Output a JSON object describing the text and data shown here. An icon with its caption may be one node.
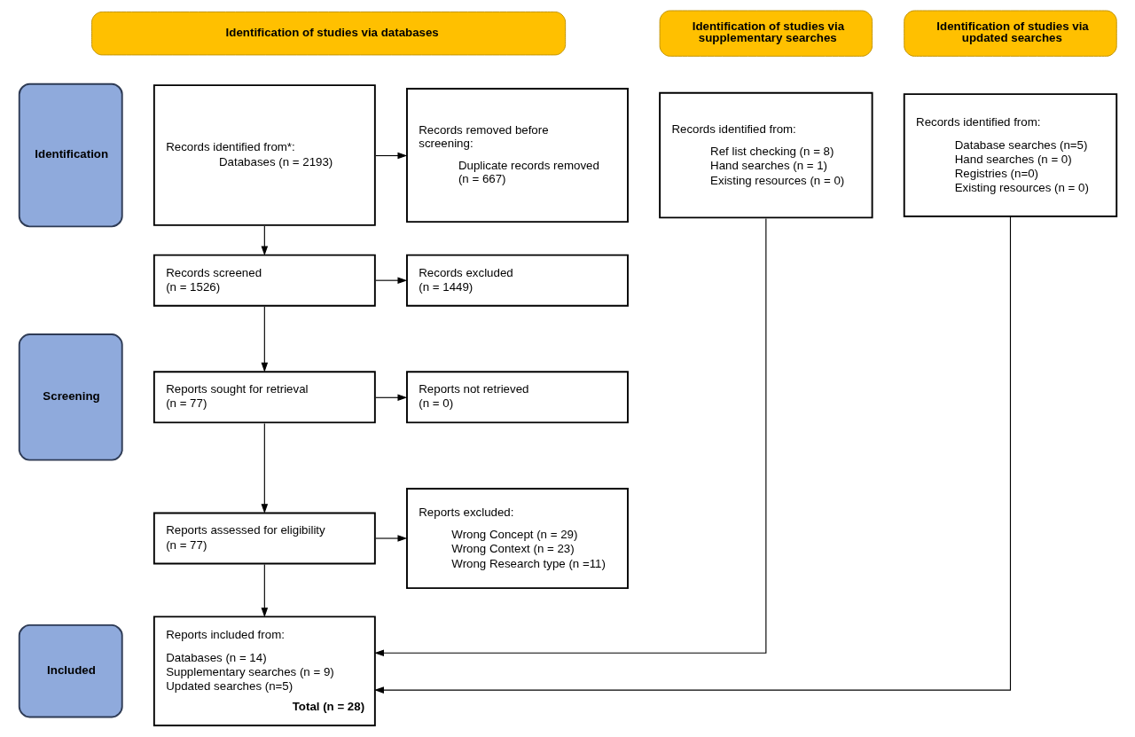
{
  "diagram": {
    "nodes": [
      {
        "text": [
          "Identification of studies via databases"
        ]
      },
      {
        "text": [
          "Identification of studies via supplementary searches"
        ]
      },
      {
        "text": [
          "Identification of studies via updated searches"
        ]
      },
      {
        "text": [
          "Identification"
        ]
      },
      {
        "text": [
          "Records identified from*:",
          "Databases (n = 2193)"
        ]
      },
      {
        "text": [
          "Records removed before screening:",
          "Duplicate records removed (n = 667)"
        ]
      },
      {
        "text": [
          "Records identified from:",
          "Ref list checking (n = 8)",
          "Hand searches (n = 1)",
          "Existing resources (n = 0)"
        ]
      },
      {
        "text": [
          "Records identified from:",
          "Database searches (n=5)",
          "Hand searches (n = 0)",
          "Registries (n=0)",
          "Existing resources (n = 0)"
        ]
      },
      {
        "text": [
          "Screening"
        ]
      },
      {
        "text": [
          "Records screened",
          "(n = 1526)"
        ]
      },
      {
        "text": [
          "Records excluded",
          "(n = 1449)"
        ]
      },
      {
        "text": [
          "Reports sought for retrieval",
          "(n = 77)"
        ]
      },
      {
        "text": [
          "Reports not retrieved",
          "(n = 0)"
        ]
      },
      {
        "text": [
          "Reports assessed for eligibility",
          "(n = 77)"
        ]
      },
      {
        "text": [
          "Reports excluded:",
          "Wrong Concept (n = 29)",
          "Wrong Context (n = 23)",
          "Wrong Research type (n =11)"
        ]
      },
      {
        "text": [
          "Included"
        ]
      },
      {
        "text": [
          "Reports included from:",
          "Databases (n = 14)",
          "Supplementary searches (n = 9)",
          "Updated searches (n=5)",
          "Total (n = 28)"
        ]
      }
    ],
    "edges": [
      {
        "from": 4,
        "to": 5,
        "arrow": "to"
      },
      {
        "from": 4,
        "to": 9,
        "arrow": "to"
      },
      {
        "from": 9,
        "to": 10,
        "arrow": "to"
      },
      {
        "from": 9,
        "to": 11,
        "arrow": "to"
      },
      {
        "from": 11,
        "to": 12,
        "arrow": "to"
      },
      {
        "from": 11,
        "to": 13,
        "arrow": "to"
      },
      {
        "from": 13,
        "to": 14,
        "arrow": "to"
      },
      {
        "from": 13,
        "to": 16,
        "arrow": "to"
      },
      {
        "from": 6,
        "to": 16,
        "arrow": "to"
      },
      {
        "from": 7,
        "to": 16,
        "arrow": "to"
      }
    ]
  }
}
